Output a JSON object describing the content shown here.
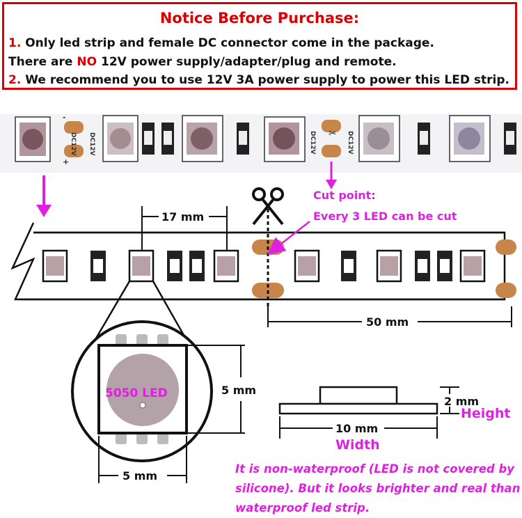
{
  "notice": {
    "title": "Notice Before Purchase:",
    "line1_num": "1.",
    "line1_text": "Only led strip and female DC connector come in the package.",
    "line2_pre": "There are",
    "line2_no": "NO",
    "line2_post": "12V power supply/adapter/plug and remote.",
    "line3_num": "2.",
    "line3_text": "We recommend you to use 12V 3A power supply to power this LED strip."
  },
  "photo": {
    "pad_label": "DC12V",
    "plus_sign": "+",
    "minus_sign": "-",
    "cut_mark": "✂"
  },
  "diagram": {
    "cut_point_title": "Cut point:",
    "cut_point_desc": "Every 3 LED can be cut",
    "led_spacing": "17 mm",
    "segment_length": "50 mm",
    "led_name": "5050 LED",
    "led_height": "5 mm",
    "led_width": "5 mm",
    "strip_height_value": "2 mm",
    "strip_height_label": "Height",
    "strip_width_value": "10 mm",
    "strip_width_label": "Width"
  },
  "description": "It is non-waterproof (LED is not covered by silicone). But it looks brighter and real than waterproof led strip.",
  "colors": {
    "notice_red": "#d80000",
    "accent_magenta": "#e020e0",
    "copper_pad": "#c8854a",
    "strip_pcb": "#f3f2f4"
  }
}
